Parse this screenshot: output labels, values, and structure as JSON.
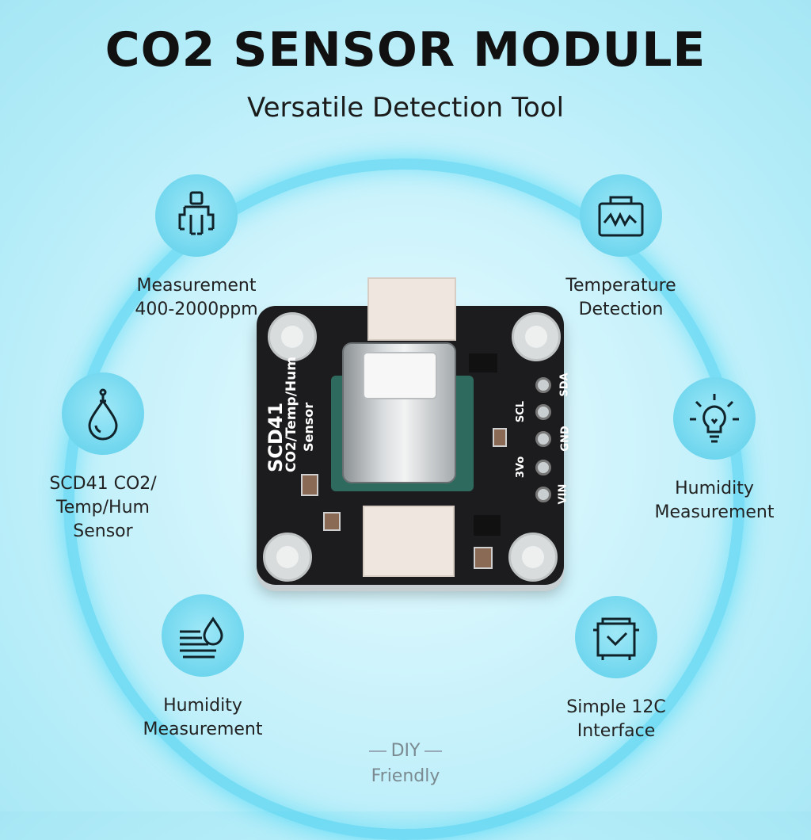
{
  "header": {
    "title": "CO2 SENSOR MODULE",
    "subtitle": "Versatile Detection Tool"
  },
  "features": [
    {
      "icon": "body-outline-icon",
      "line1": "Measurement",
      "line2": "400-2000ppm",
      "line3": ""
    },
    {
      "icon": "chart-monitor-icon",
      "line1": "Temperature",
      "line2": "Detection",
      "line3": ""
    },
    {
      "icon": "drop-bulb-icon",
      "line1": "SCD41 CO2/",
      "line2": "Temp/Hum",
      "line3": "Sensor"
    },
    {
      "icon": "lightbulb-icon",
      "line1": "Humidity",
      "line2": "Measurement",
      "line3": ""
    },
    {
      "icon": "water-drop-lines-icon",
      "line1": "Humidity",
      "line2": "Measurement",
      "line3": ""
    },
    {
      "icon": "box-check-icon",
      "line1": "Simple 12C",
      "line2": "Interface",
      "line3": ""
    }
  ],
  "footer": {
    "line1": "DIY",
    "line2": "Friendly"
  },
  "board": {
    "silk_main": "SCD41",
    "silk_sub": "CO2/Temp/Hum",
    "silk_sub2": "Sensor",
    "pins": [
      "SDA",
      "SCL",
      "GND",
      "3Vo",
      "VIN"
    ]
  },
  "colors": {
    "accent": "#3ccdf0",
    "icon_bg": "#6fd6ee",
    "board": "#1c1c1e"
  }
}
